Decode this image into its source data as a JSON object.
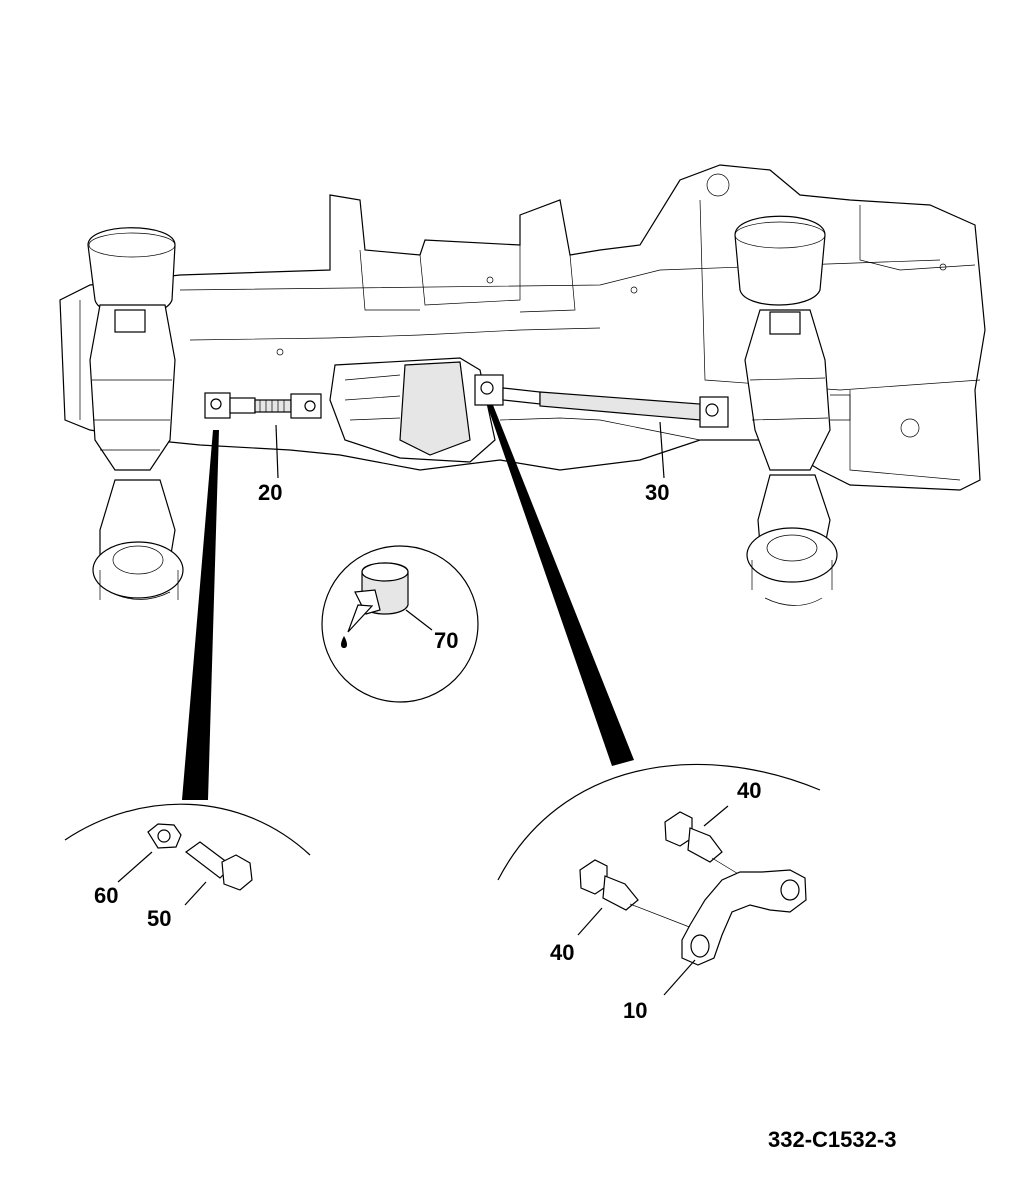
{
  "diagram": {
    "callouts": {
      "c10": "10",
      "c20": "20",
      "c30": "30",
      "c40_upper": "40",
      "c40_lower": "40",
      "c50": "50",
      "c60": "60",
      "c70": "70"
    },
    "drawing_number": "332-C1532-3"
  }
}
